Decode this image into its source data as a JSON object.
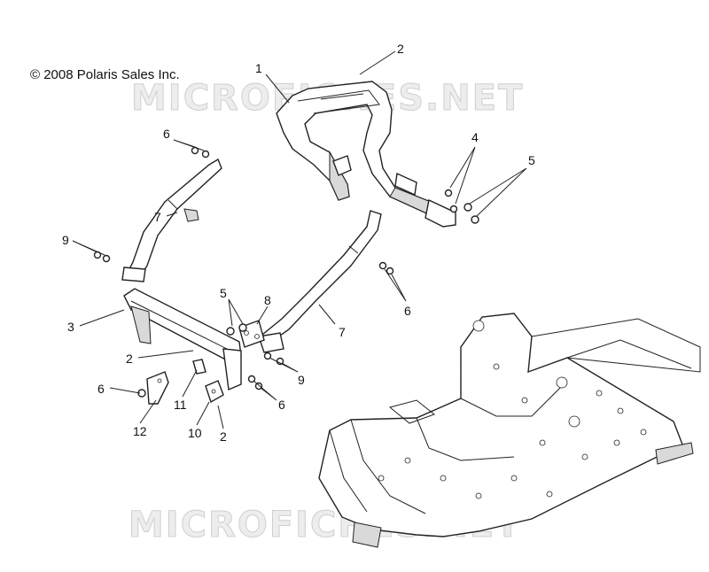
{
  "copyright": "© 2008 Polaris Sales Inc.",
  "watermark": "MICROFICHES.NET",
  "callouts": {
    "c1": "1",
    "c2a": "2",
    "c2b": "2",
    "c2c": "2",
    "c3": "3",
    "c4": "4",
    "c5a": "5",
    "c5b": "5",
    "c6a": "6",
    "c6b": "6",
    "c6c": "6",
    "c6d": "6",
    "c7a": "7",
    "c7b": "7",
    "c8": "8",
    "c9a": "9",
    "c9b": "9",
    "c10": "10",
    "c11": "11",
    "c12": "12"
  }
}
